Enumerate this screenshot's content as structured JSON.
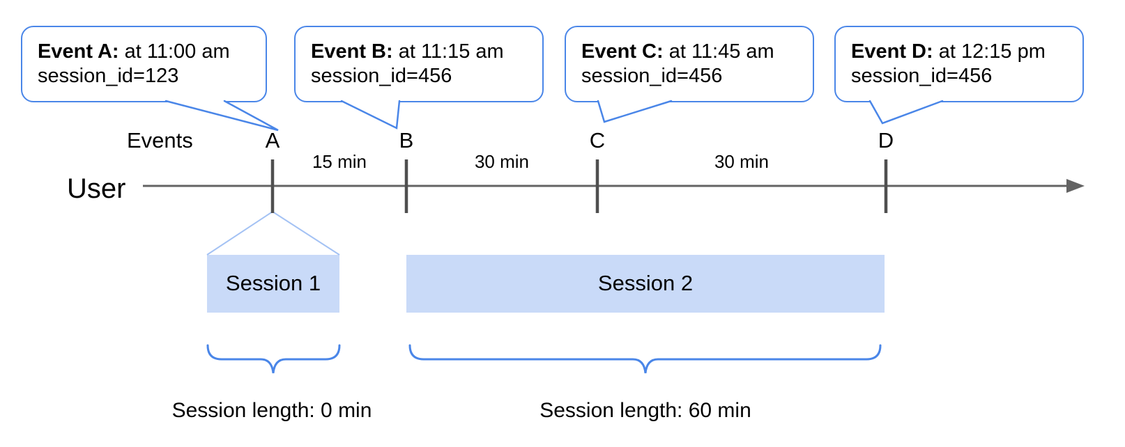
{
  "events_row_label": "Events",
  "timeline_label": "User",
  "callouts": [
    {
      "bold": "Event A:",
      "rest": " at 11:00 am",
      "line2": "session_id=123"
    },
    {
      "bold": "Event B:",
      "rest": " at 11:15 am",
      "line2": "session_id=456"
    },
    {
      "bold": "Event C:",
      "rest": " at 11:45 am",
      "line2": "session_id=456"
    },
    {
      "bold": "Event D:",
      "rest": " at 12:15 pm",
      "line2": "session_id=456"
    }
  ],
  "markers": [
    "A",
    "B",
    "C",
    "D"
  ],
  "intervals": [
    "15 min",
    "30 min",
    "30 min"
  ],
  "sessions": [
    {
      "name": "Session 1",
      "length": "Session length: 0 min"
    },
    {
      "name": "Session 2",
      "length": "Session length: 60 min"
    }
  ],
  "colors": {
    "accent_blue": "#4a86e8",
    "funnel_light_blue": "#a4c2f4",
    "session_fill": "#c9daf8",
    "timeline_gray": "#636363",
    "text": "#000000"
  }
}
